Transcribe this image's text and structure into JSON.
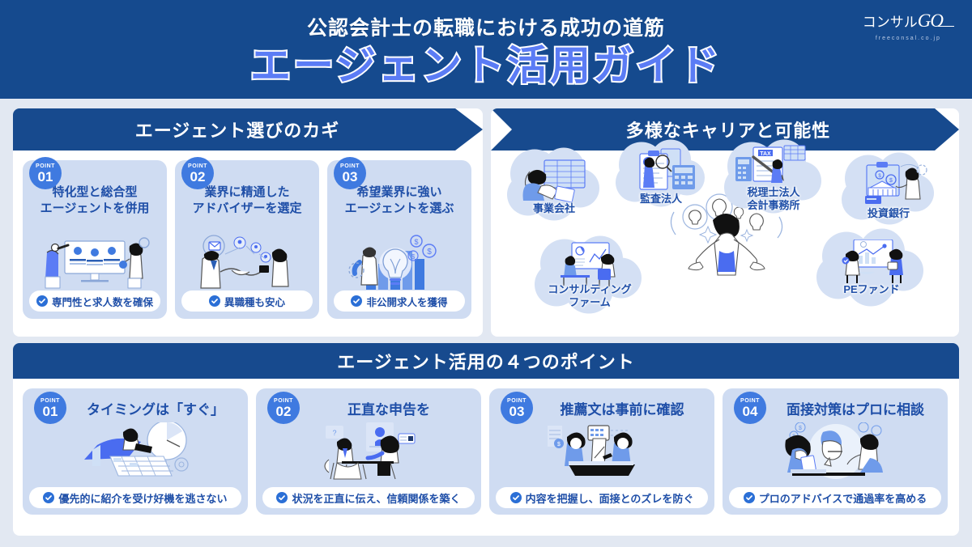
{
  "header": {
    "subtitle": "公認会計士の転職における成功の道筋",
    "title": "エージェント活用ガイド",
    "logo_main": "コンサル",
    "logo_accent": "GO",
    "logo_sub": "freeconsal.co.jp",
    "bg_color": "#154a8e",
    "title_fill": "#5b7cf5",
    "title_stroke": "#ffffff"
  },
  "colors": {
    "page_bg": "#e2e8f2",
    "navy": "#174a8e",
    "card_bg": "#cfdcf2",
    "title_blue": "#1f4fa8",
    "badge_blue": "#3f7ae0",
    "accent_blue": "#4a6cf0"
  },
  "left_panel": {
    "banner": "エージェント選びのカギ",
    "cards": [
      {
        "badge_label": "POINT",
        "badge_number": "01",
        "title": "特化型と総合型\nエージェントを併用",
        "pill": "専門性と求人数を確保",
        "art": "team-monitor-icon"
      },
      {
        "badge_label": "POINT",
        "badge_number": "02",
        "title": "業界に精通した\nアドバイザーを選定",
        "pill": "異職種も安心",
        "art": "handshake-icon"
      },
      {
        "badge_label": "POINT",
        "badge_number": "03",
        "title": "希望業界に強い\nエージェントを選ぶ",
        "pill": "非公開求人を獲得",
        "art": "lightbulb-growth-icon"
      }
    ]
  },
  "right_panel": {
    "banner": "多様なキャリアと可能性",
    "careers": [
      {
        "label": "事業会社",
        "art": "desk-monitor-icon"
      },
      {
        "label": "監査法人",
        "art": "audit-clipboard-icon"
      },
      {
        "label": "税理士法人\n会計事務所",
        "art": "tax-document-icon"
      },
      {
        "label": "投資銀行",
        "art": "bank-finance-icon"
      },
      {
        "label": "コンサルティング\nファーム",
        "art": "consulting-meeting-icon"
      },
      {
        "label": "PEファンド",
        "art": "pe-chart-icon"
      }
    ],
    "center_art": "woman-ideas-icon"
  },
  "bottom_panel": {
    "bar": "エージェント活用の４つのポイント",
    "cards": [
      {
        "badge_label": "POINT",
        "badge_number": "01",
        "title": "タイミングは「すぐ」",
        "pill": "優先的に紹介を受け好機を逃さない",
        "art": "calendar-clock-icon"
      },
      {
        "badge_label": "POINT",
        "badge_number": "02",
        "title": "正直な申告を",
        "pill": "状況を正直に伝え、信頼関係を築く",
        "art": "interview-table-icon"
      },
      {
        "badge_label": "POINT",
        "badge_number": "03",
        "title": "推薦文は事前に確認",
        "pill": "内容を把握し、面接とのズレを防ぐ",
        "art": "laptop-review-icon"
      },
      {
        "badge_label": "POINT",
        "badge_number": "04",
        "title": "面接対策はプロに相談",
        "pill": "プロのアドバイスで通過率を高める",
        "art": "consultation-chat-icon"
      }
    ]
  }
}
